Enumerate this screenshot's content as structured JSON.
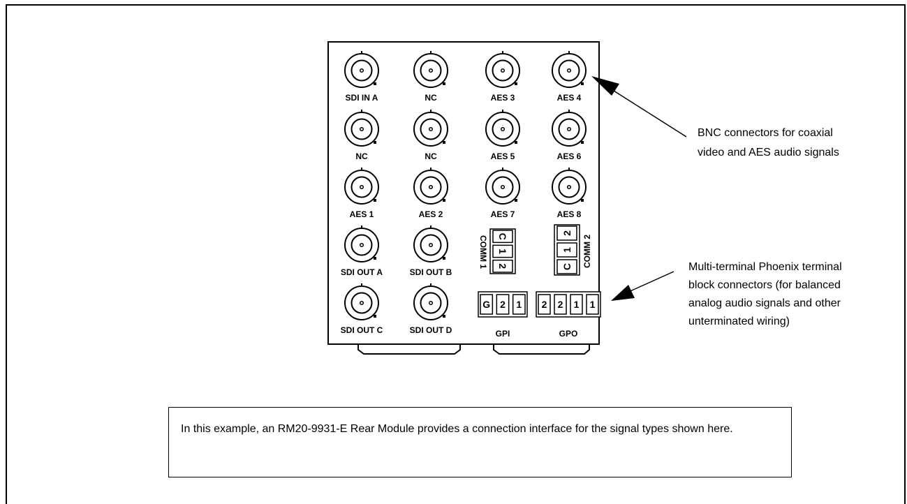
{
  "module": {
    "bnc_labels": [
      [
        "SDI IN A",
        "NC",
        "AES 3",
        "AES 4"
      ],
      [
        "NC",
        "NC",
        "AES 5",
        "AES 6"
      ],
      [
        "AES 1",
        "AES 2",
        "AES 7",
        "AES 8"
      ],
      [
        "SDI OUT A",
        "SDI OUT B"
      ],
      [
        "SDI OUT C",
        "SDI OUT D"
      ]
    ],
    "comm1": {
      "label": "COMM 1",
      "pins": [
        "C",
        "1",
        "2"
      ]
    },
    "comm2": {
      "label": "COMM 2",
      "pins": [
        "2",
        "1",
        "C"
      ]
    },
    "gpi": {
      "label": "GPI",
      "pins": [
        "G",
        "2",
        "1"
      ]
    },
    "gpo": {
      "label": "GPO",
      "pins": [
        "2",
        "2",
        "1",
        "1"
      ]
    }
  },
  "callouts": {
    "bnc": [
      "BNC connectors for coaxial",
      "video and AES audio signals"
    ],
    "phoenix": [
      "Multi-terminal Phoenix terminal",
      "block connectors (for balanced",
      "analog audio signals and other",
      "unterminated wiring)"
    ]
  },
  "caption": "In this example, an RM20-9931-E Rear Module provides a connection interface for the signal types shown here."
}
